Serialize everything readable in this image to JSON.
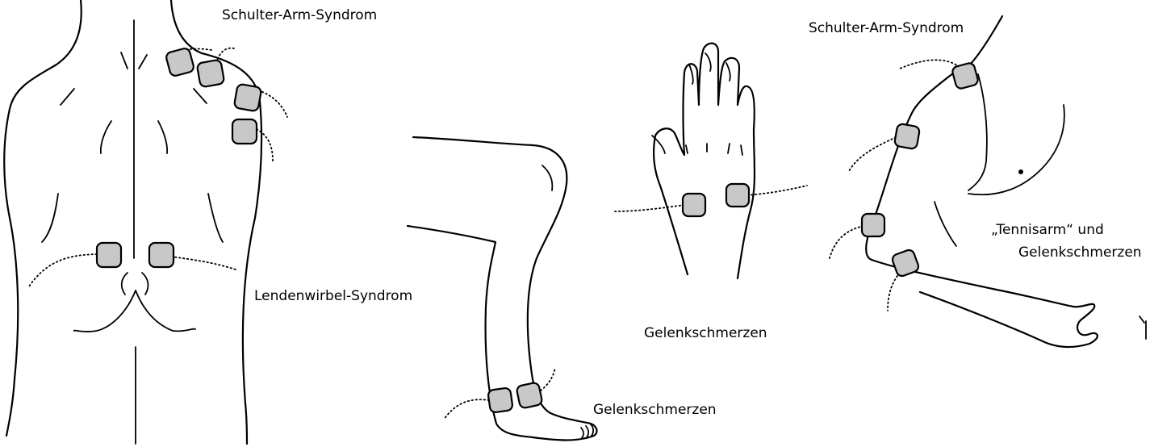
{
  "labels": {
    "back_shoulder": "Schulter-Arm-Syndrom",
    "back_lumbar": "Lendenwirbel-Syndrom",
    "hand_joint": "Gelenkschmerzen",
    "ankle_joint": "Gelenkschmerzen",
    "arm_shoulder": "Schulter-Arm-Syndrom",
    "tennis_line1": "„Tennisarm“ und",
    "tennis_line2": "Gelenkschmerzen"
  },
  "colors": {
    "electrode_fill": "#c8c8c8",
    "line": "#000000",
    "background": "#ffffff"
  }
}
